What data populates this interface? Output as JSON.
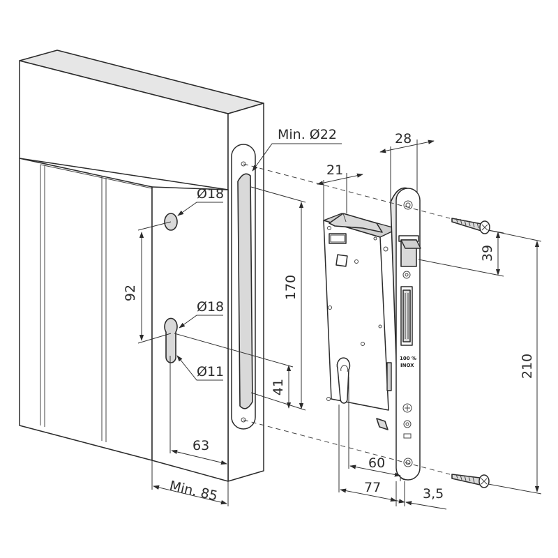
{
  "labels": {
    "min_d22": "Min. Ø22",
    "d18_top": "Ø18",
    "d18_mid": "Ø18",
    "d11": "Ø11",
    "dim_92": "92",
    "dim_170": "170",
    "dim_41": "41",
    "dim_63": "63",
    "min_85": "Min. 85",
    "dim_21": "21",
    "dim_28": "28",
    "dim_39": "39",
    "dim_210": "210",
    "dim_60": "60",
    "dim_77": "77",
    "dim_3_5": "3,5"
  },
  "faceplate_text": {
    "line1": "100 %",
    "line2": "INOX"
  }
}
